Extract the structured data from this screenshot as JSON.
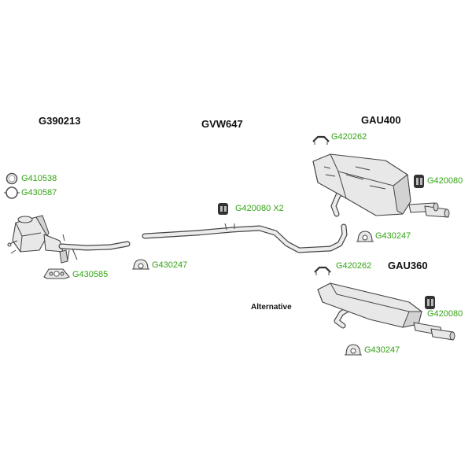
{
  "colors": {
    "part_code": "#33a314",
    "heading": "#111111",
    "line": "#444444",
    "fill": "#e6e6e6"
  },
  "headings": {
    "front": "G390213",
    "middle": "GVW647",
    "rear_main": "GAU400",
    "rear_alt": "GAU360",
    "alternative": "Alternative"
  },
  "parts": {
    "clamp_ring_1": "G410538",
    "clamp_ring_2": "G430587",
    "gasket_plate": "G430585",
    "hanger_front": "G430247",
    "rubber_mid": "G420080 X2",
    "bracket_main": "G420262",
    "rubber_main": "G420080",
    "hanger_main": "G430247",
    "bracket_alt": "G420262",
    "rubber_alt": "G420080",
    "hanger_alt": "G430247"
  },
  "icons": {
    "clamp_ring_1": "ring-clamp-icon",
    "clamp_ring_2": "ring-clamp-icon",
    "gasket_plate": "flange-gasket-icon",
    "hanger": "rubber-hanger-icon",
    "rubber_block": "rubber-mount-icon",
    "bracket": "bracket-icon"
  }
}
